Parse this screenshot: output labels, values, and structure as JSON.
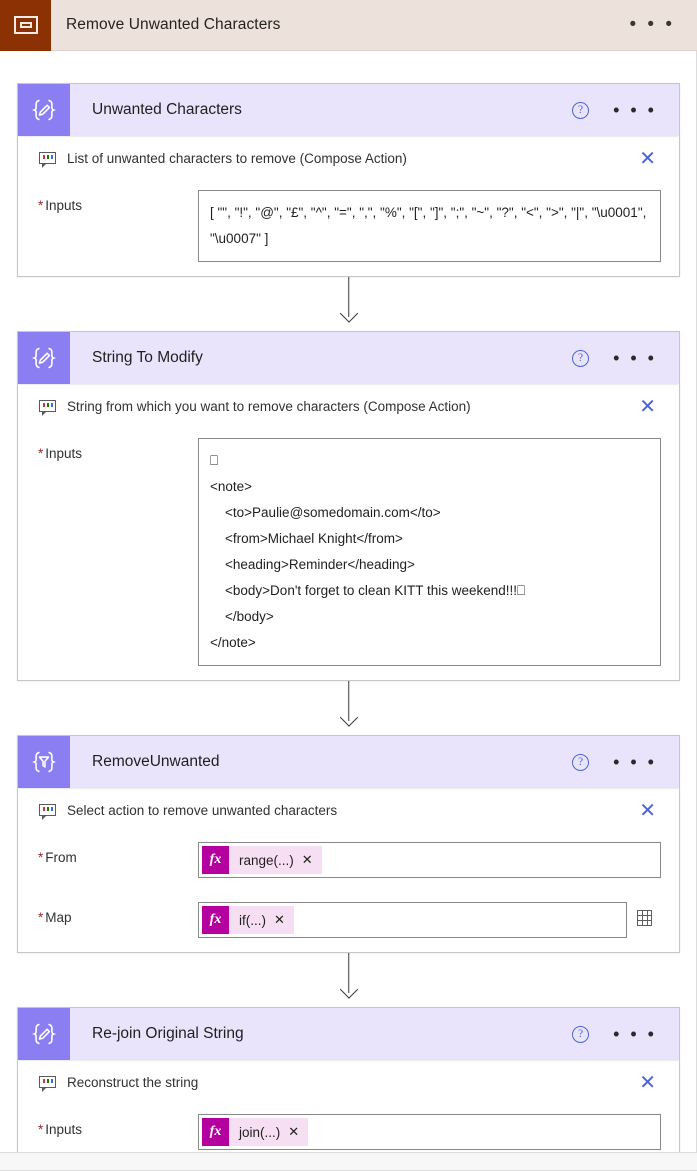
{
  "appbar": {
    "logo_icon": "compose-designer-icon",
    "title": "Remove Unwanted Characters",
    "more_icon": "• • •",
    "accent_color": "#8c3103",
    "background_color": "#ede2db"
  },
  "common": {
    "help_icon": "?",
    "more_icon": "• • •",
    "close_icon": "✕",
    "token_fx_label": "fx",
    "token_close_icon": "✕",
    "required_marker": "*",
    "card_accent_color": "#8b7df2",
    "card_header_color": "#e9e4fb",
    "token_color": "#b4009e"
  },
  "cards": [
    {
      "id": "unwanted-characters",
      "icon": "compose-braces-pencil-icon",
      "title": "Unwanted Characters",
      "description": "List of unwanted characters to remove (Compose Action)",
      "fields": [
        {
          "label": "Inputs",
          "required": true,
          "type": "textarea",
          "value": "[ \"\", \"!\", \"@\", \"£\", \"^\", \"=\", \",\", \"%\", \"[\", \"]\", \";\", \"~\", \"?\", \"<\", \">\", \"|\", \"\\u0001\", \"\\u0007\" ]"
        }
      ]
    },
    {
      "id": "string-to-modify",
      "icon": "compose-braces-pencil-icon",
      "title": "String To Modify",
      "description": "String from which you want to remove characters (Compose Action)",
      "fields": [
        {
          "label": "Inputs",
          "required": true,
          "type": "textarea",
          "value": "⎕\n<note>\n    <to>Paulie@somedomain.com</to>\n    <from>Michael Knight</from>\n    <heading>Reminder</heading>\n    <body>Don't forget to clean KITT this weekend!!!⎕\n    </body>\n</note>"
        }
      ]
    },
    {
      "id": "remove-unwanted",
      "icon": "select-braces-filter-icon",
      "title": "RemoveUnwanted",
      "description": "Select action to remove unwanted characters",
      "fields": [
        {
          "label": "From",
          "required": true,
          "type": "token",
          "token": "range(...)"
        },
        {
          "label": "Map",
          "required": true,
          "type": "token",
          "token": "if(...)",
          "aside_icon": "grid-table-icon"
        }
      ]
    },
    {
      "id": "re-join-original-string",
      "icon": "compose-braces-pencil-icon",
      "title": "Re-join Original String",
      "description": "Reconstruct the string",
      "fields": [
        {
          "label": "Inputs",
          "required": true,
          "type": "token",
          "token": "join(...)"
        }
      ]
    }
  ]
}
